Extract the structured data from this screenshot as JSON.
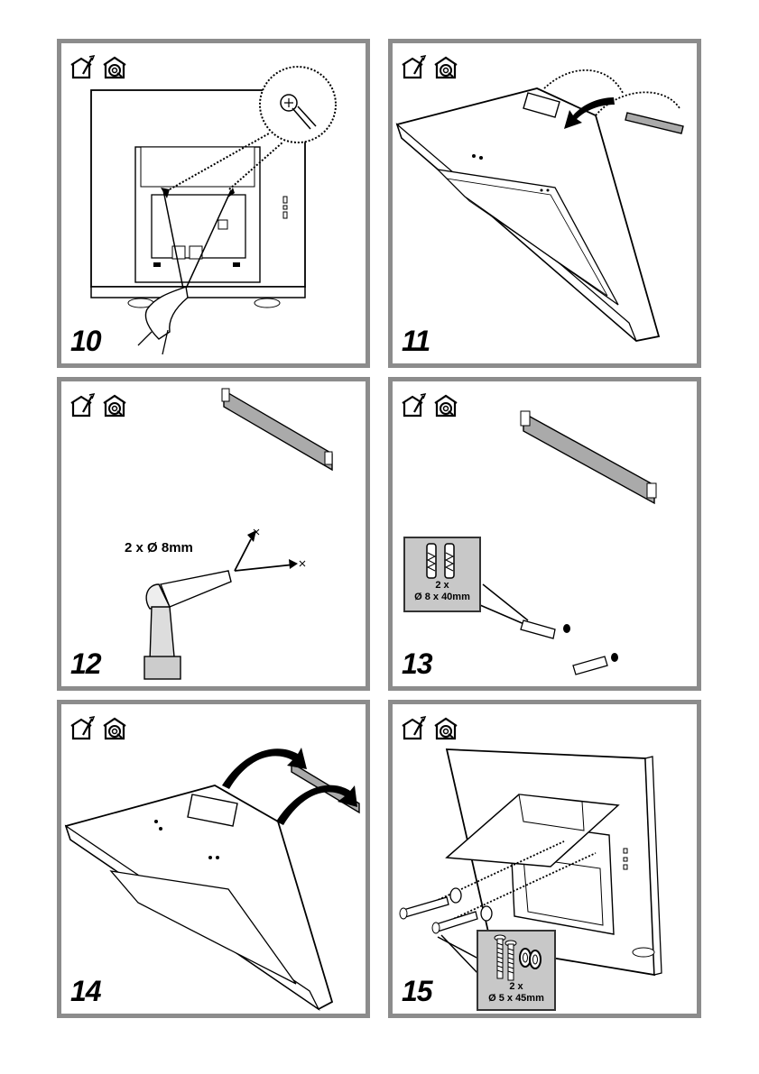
{
  "page": {
    "panel_border_color": "#8c8c8c",
    "callout_bg_color": "#c8c8c8"
  },
  "icons": {
    "ducting": "house-with-duct-icon",
    "recirculation": "house-with-recirculation-icon"
  },
  "steps": [
    {
      "number": "10",
      "description": "Mark drilling points through hood mounting holes"
    },
    {
      "number": "11",
      "description": "Remove wall bracket from hood"
    },
    {
      "number": "12",
      "number_text": "12",
      "drill_label": "2 x Ø 8mm"
    },
    {
      "number": "13",
      "callout_qty": "2 x",
      "callout_spec": "Ø 8 x 40mm"
    },
    {
      "number": "14",
      "description": "Hang hood on wall bracket"
    },
    {
      "number": "15",
      "callout_qty": "2 x",
      "callout_spec": "Ø 5 x 45mm"
    }
  ]
}
